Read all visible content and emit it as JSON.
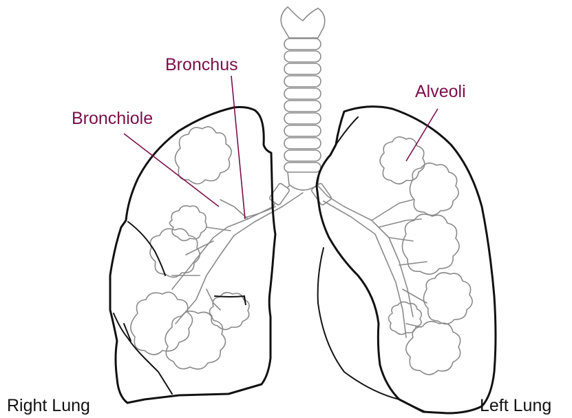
{
  "labels": {
    "bronchus": "Bronchus",
    "bronchiole": "Bronchiole",
    "alveoli": "Alveoli",
    "right_lung": "Right Lung",
    "left_lung": "Left Lung"
  },
  "colors": {
    "accent_label": "#7a0f4a",
    "outline": "#111111",
    "airway": "#8a8a8a",
    "background": "#ffffff"
  }
}
